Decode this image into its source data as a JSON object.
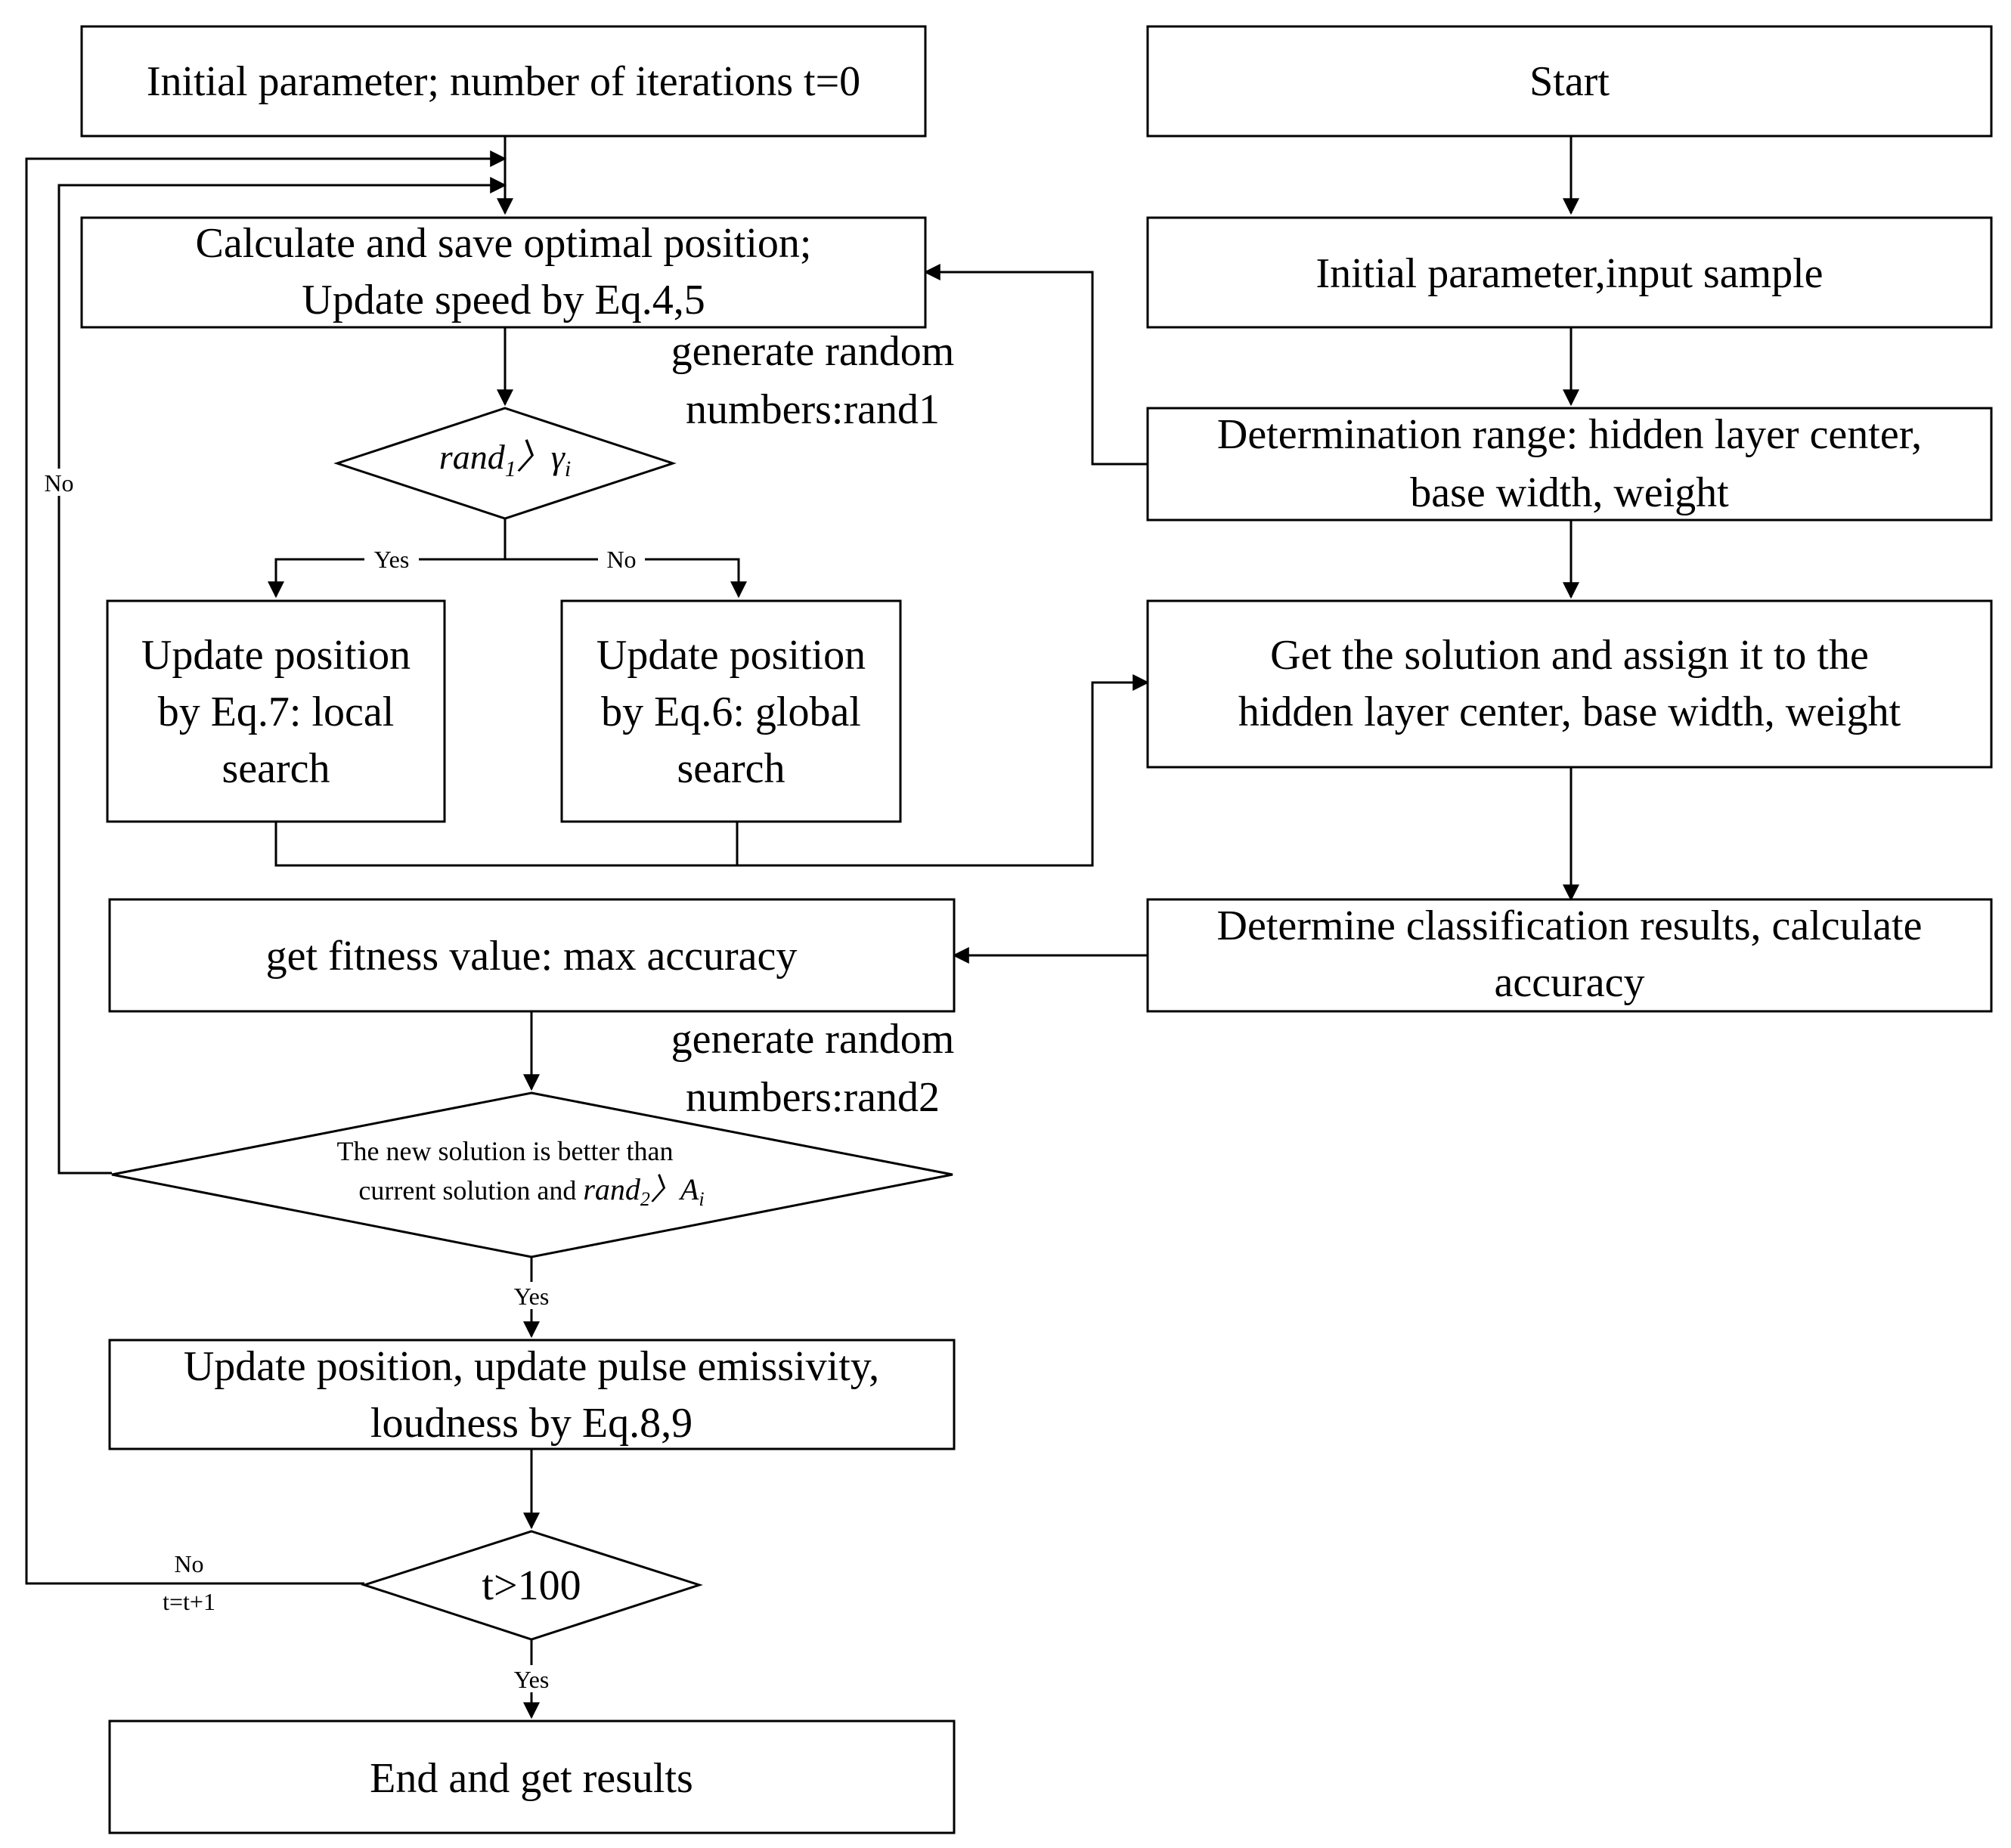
{
  "nodes": {
    "init_iter": "Initial parameter; number of iterations t=0",
    "start": "Start",
    "calc_optimal": [
      "Calculate and save optimal position;",
      "Update speed by Eq.4,5"
    ],
    "init_input": "Initial parameter,input sample",
    "gen_rand1": [
      "generate random",
      "numbers:rand1"
    ],
    "decision_rand1": {
      "prefix": "rand",
      "sub": "1",
      "suffix": "〉γ",
      "suffix_sub": "i"
    },
    "det_range": [
      "Determination range: hidden layer center,",
      "base width, weight"
    ],
    "local_search": [
      "Update position",
      "by Eq.7: local",
      "search"
    ],
    "global_search": [
      "Update position",
      "by Eq.6: global",
      "search"
    ],
    "get_solution": [
      "Get the solution and assign it to the",
      "hidden layer center, base width, weight"
    ],
    "fitness": "get fitness value: max accuracy",
    "classification": [
      "Determine classification results, calculate",
      "accuracy"
    ],
    "gen_rand2": [
      "generate random",
      "numbers:rand2"
    ],
    "decision_better": {
      "line1": "The new solution is better than",
      "line2_prefix": "current solution and ",
      "rand": "rand",
      "rand_sub": "2",
      "suffix": "〉A",
      "suffix_sub": "i"
    },
    "update_pulse": [
      "Update position, update pulse emissivity,",
      "loudness by Eq.8,9"
    ],
    "decision_t": "t>100",
    "end": "End and get results"
  },
  "edge_labels": {
    "yes_local": "Yes",
    "no_global": "No",
    "no_loop_better": "No",
    "yes_better": "Yes",
    "no_t": "No",
    "t_increment": "t=t+1",
    "yes_end": "Yes"
  }
}
